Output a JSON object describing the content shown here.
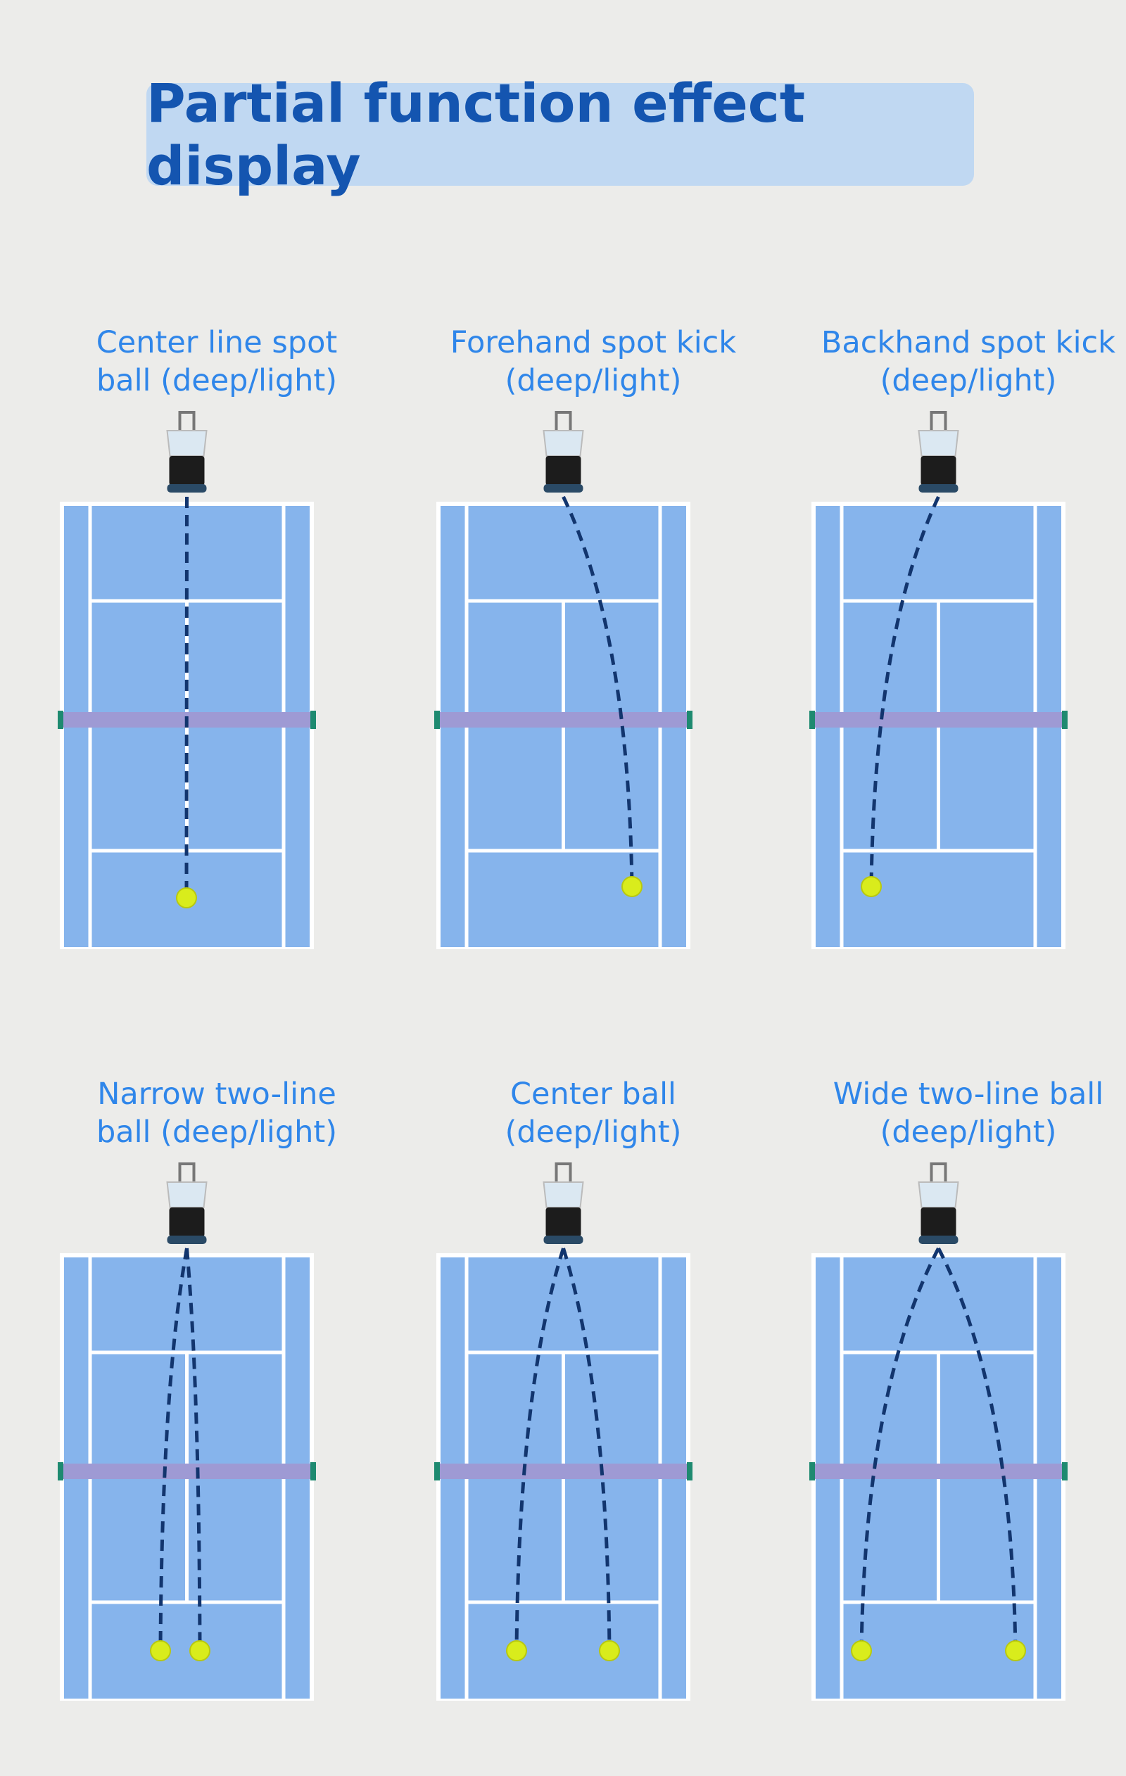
{
  "title": "Partial function effect display",
  "colors": {
    "court": "#86b4ec",
    "lines": "#ffffff",
    "trajectory": "#12356e",
    "net": "#9e9ad4",
    "ball": "#d9ec1c",
    "label": "#2f86ea",
    "title": "#1455b0"
  },
  "panels": [
    {
      "line1": "Center line spot",
      "line2": "ball (deep/light)"
    },
    {
      "line1": "Forehand spot kick",
      "line2": "(deep/light)"
    },
    {
      "line1": "Backhand spot kick",
      "line2": "(deep/light)"
    },
    {
      "line1": "Narrow two-line",
      "line2": "ball (deep/light)"
    },
    {
      "line1": "Center ball",
      "line2": "(deep/light)"
    },
    {
      "line1": "Wide two-line ball",
      "line2": "(deep/light)"
    }
  ]
}
